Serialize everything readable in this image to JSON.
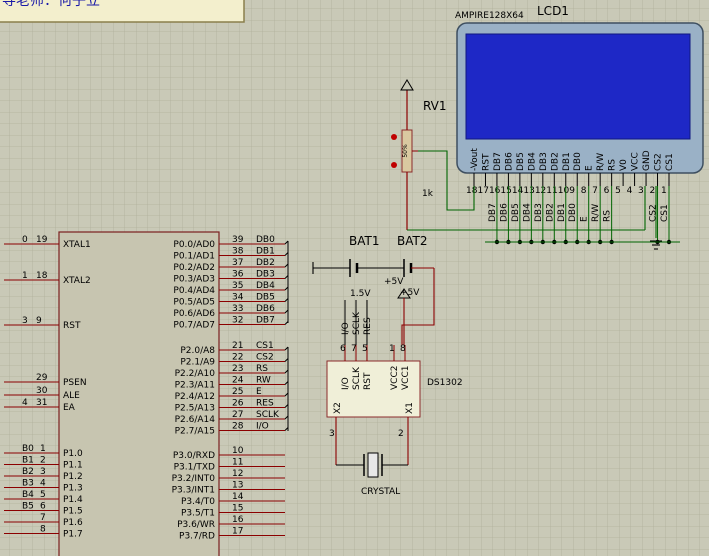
{
  "title_fragment": "导老师：何子立",
  "lcd": {
    "model": "AMPIRE128X64",
    "ref": "LCD1",
    "pins": [
      {
        "name": "-Vout",
        "num": "18"
      },
      {
        "name": "RST",
        "num": "17"
      },
      {
        "name": "DB7",
        "num": "16"
      },
      {
        "name": "DB6",
        "num": "15"
      },
      {
        "name": "DB5",
        "num": "14"
      },
      {
        "name": "DB4",
        "num": "13"
      },
      {
        "name": "DB3",
        "num": "12"
      },
      {
        "name": "DB2",
        "num": "11"
      },
      {
        "name": "DB1",
        "num": "10"
      },
      {
        "name": "DB0",
        "num": "9"
      },
      {
        "name": "E",
        "num": "8"
      },
      {
        "name": "R/W",
        "num": "7"
      },
      {
        "name": "RS",
        "num": "6"
      },
      {
        "name": "V0",
        "num": "5"
      },
      {
        "name": "VCC",
        "num": "4"
      },
      {
        "name": "GND",
        "num": "3"
      },
      {
        "name": "CS2",
        "num": "2"
      },
      {
        "name": "CS1",
        "num": "1"
      }
    ],
    "net_labels": [
      "DB7",
      "DB6",
      "DB5",
      "DB4",
      "DB3",
      "DB2",
      "DB1",
      "DB0",
      "E",
      "R/W",
      "RS",
      "CS2",
      "CS1"
    ]
  },
  "rv1": {
    "ref": "RV1",
    "value": "1k",
    "body_text": "50%"
  },
  "batteries": {
    "bat1": "BAT1",
    "bat2": "BAT2",
    "v1": "1.5V",
    "v2": "+5V",
    "v3": "+5V"
  },
  "ds1302": {
    "ref": "DS1302",
    "top_pins": [
      {
        "name": "I/O",
        "num": "6",
        "net": "I/O"
      },
      {
        "name": "SCLK",
        "num": "7",
        "net": "SCLK"
      },
      {
        "name": "RST",
        "num": "5",
        "net": "RES"
      },
      {
        "name": "VCC2",
        "num": "1",
        "net": ""
      },
      {
        "name": "VCC1",
        "num": "8",
        "net": ""
      }
    ],
    "x2": "X2",
    "x1": "X1",
    "pin3": "3",
    "pin2": "2"
  },
  "crystal": {
    "label": "CRYSTAL"
  },
  "mcu": {
    "left_pins": [
      {
        "name": "XTAL1",
        "num": "19",
        "net": "0"
      },
      {
        "name": "XTAL2",
        "num": "18",
        "net": "1"
      },
      {
        "name": "RST",
        "num": "9",
        "net": "3"
      },
      {
        "name": "PSEN",
        "num": "29",
        "net": ""
      },
      {
        "name": "ALE",
        "num": "30",
        "net": ""
      },
      {
        "name": "EA",
        "num": "31",
        "net": "4"
      }
    ],
    "p1_pins": [
      {
        "name": "P1.0",
        "num": "1",
        "net": "B0"
      },
      {
        "name": "P1.1",
        "num": "2",
        "net": "B1"
      },
      {
        "name": "P1.2",
        "num": "3",
        "net": "B2"
      },
      {
        "name": "P1.3",
        "num": "4",
        "net": "B3"
      },
      {
        "name": "P1.4",
        "num": "5",
        "net": "B4"
      },
      {
        "name": "P1.5",
        "num": "6",
        "net": "B5"
      },
      {
        "name": "P1.6",
        "num": "7",
        "net": ""
      },
      {
        "name": "P1.7",
        "num": "8",
        "net": ""
      }
    ],
    "p0_pins": [
      {
        "name": "P0.0/AD0",
        "num": "39",
        "net": "DB0"
      },
      {
        "name": "P0.1/AD1",
        "num": "38",
        "net": "DB1"
      },
      {
        "name": "P0.2/AD2",
        "num": "37",
        "net": "DB2"
      },
      {
        "name": "P0.3/AD3",
        "num": "36",
        "net": "DB3"
      },
      {
        "name": "P0.4/AD4",
        "num": "35",
        "net": "DB4"
      },
      {
        "name": "P0.5/AD5",
        "num": "34",
        "net": "DB5"
      },
      {
        "name": "P0.6/AD6",
        "num": "33",
        "net": "DB6"
      },
      {
        "name": "P0.7/AD7",
        "num": "32",
        "net": "DB7"
      }
    ],
    "p2_pins": [
      {
        "name": "P2.0/A8",
        "num": "21",
        "net": "CS1"
      },
      {
        "name": "P2.1/A9",
        "num": "22",
        "net": "CS2"
      },
      {
        "name": "P2.2/A10",
        "num": "23",
        "net": "RS"
      },
      {
        "name": "P2.3/A11",
        "num": "24",
        "net": "RW"
      },
      {
        "name": "P2.4/A12",
        "num": "25",
        "net": "E"
      },
      {
        "name": "P2.5/A13",
        "num": "26",
        "net": "RES"
      },
      {
        "name": "P2.6/A14",
        "num": "27",
        "net": "SCLK"
      },
      {
        "name": "P2.7/A15",
        "num": "28",
        "net": "I/O"
      }
    ],
    "p3_pins": [
      {
        "name": "P3.0/RXD",
        "num": "10"
      },
      {
        "name": "P3.1/TXD",
        "num": "11"
      },
      {
        "name": "P3.2/INT0",
        "num": "12"
      },
      {
        "name": "P3.3/INT1",
        "num": "13"
      },
      {
        "name": "P3.4/T0",
        "num": "14"
      },
      {
        "name": "P3.5/T1",
        "num": "15"
      },
      {
        "name": "P3.6/WR",
        "num": "16"
      },
      {
        "name": "P3.7/RD",
        "num": "17"
      }
    ]
  }
}
